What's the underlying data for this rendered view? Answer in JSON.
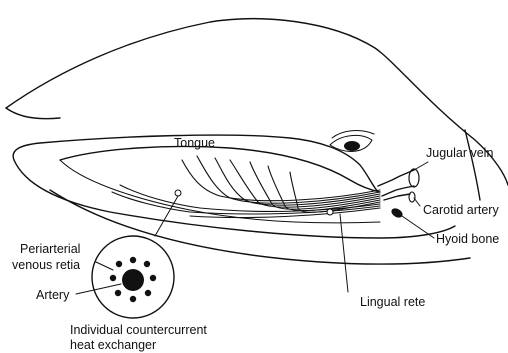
{
  "diagram": {
    "labels": {
      "tongue": "Tongue",
      "jugular_vein": "Jugular vein",
      "carotid_artery": "Carotid artery",
      "hyoid_bone": "Hyoid bone",
      "periarterial_line1": "Periarterial",
      "periarterial_line2": "venous retia",
      "artery": "Artery",
      "lingual_rete": "Lingual rete",
      "caption_line1": "Individual countercurrent",
      "caption_line2": "heat exchanger"
    }
  }
}
